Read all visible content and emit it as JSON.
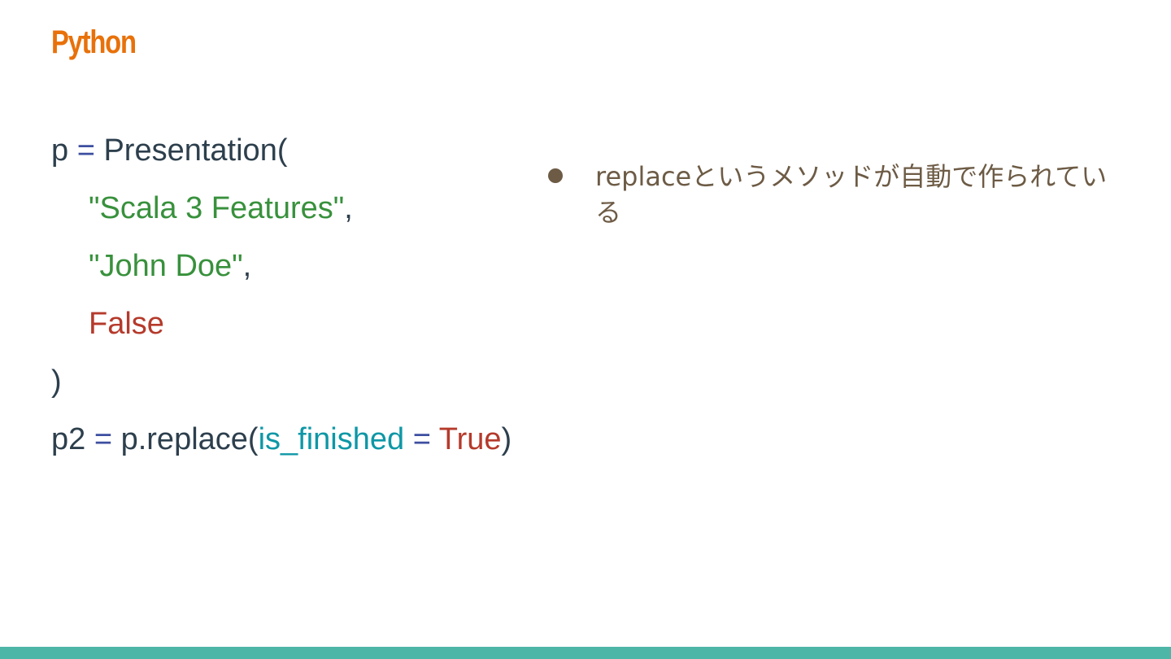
{
  "slide": {
    "title": "Python",
    "code": {
      "line1": {
        "a": "p ",
        "b": "=",
        "c": " Presentation("
      },
      "line2": {
        "str": "\"Scala 3 Features\"",
        "punct": ","
      },
      "line3": {
        "str": "\"John Doe\"",
        "punct": ","
      },
      "line4": {
        "bool": "False"
      },
      "line5": {
        "close": ")"
      },
      "line6": {
        "a": "p2 ",
        "b": "=",
        "c": " p.replace(",
        "kw": "is_finished ",
        "eq": "=",
        "bool": " True",
        "close": ")"
      }
    },
    "bullets": [
      {
        "text": "replaceというメソッドが自動で作られている"
      }
    ],
    "colors": {
      "title": "#e8710a",
      "text": "#2d3f4d",
      "operator": "#3d4fa0",
      "string": "#38913c",
      "boolean": "#b53a2b",
      "keyword_arg": "#0e97a6",
      "bullet_text": "#6d5b45",
      "footer_bar": "#4db6a6"
    }
  }
}
